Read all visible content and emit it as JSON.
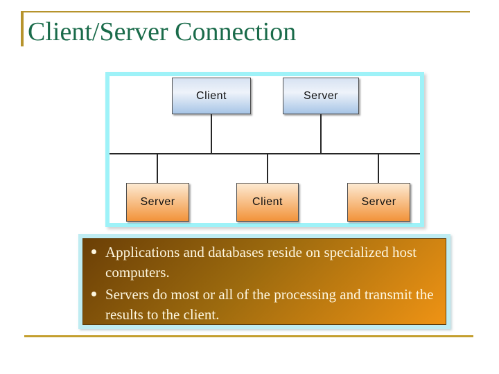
{
  "colors": {
    "gold": "#b6932c",
    "gold_bottom": "#c49f2e",
    "title_green": "#1a6b4a",
    "frame_cyan": "#9ef2f8",
    "callout_cyan": "#bfecf2",
    "callout_edge": "#5e3a05",
    "node_border": "#4d4d4d",
    "line_dark": "#262626",
    "blue_top": "#d7e2f2",
    "blue_mid": "#eef3fa",
    "blue_bottom": "#a7c5e6",
    "orange_top": "#fdead2",
    "orange_bottom": "#f2933a",
    "callout_dark": "#6b3f06",
    "callout_mid": "#9c6a0e",
    "callout_light": "#ef9314",
    "callout_text": "#fdf6df"
  },
  "slide": {
    "title": "Client/Server Connection"
  },
  "diagram": {
    "top_nodes": [
      {
        "label": "Client"
      },
      {
        "label": "Server"
      }
    ],
    "bottom_nodes": [
      {
        "label": "Server"
      },
      {
        "label": "Client"
      },
      {
        "label": "Server"
      }
    ]
  },
  "callout": {
    "bullets": [
      {
        "text": "Applications and databases reside on specialized host computers."
      },
      {
        "text": "Servers do most or all of the processing and transmit the results to the client."
      }
    ]
  }
}
